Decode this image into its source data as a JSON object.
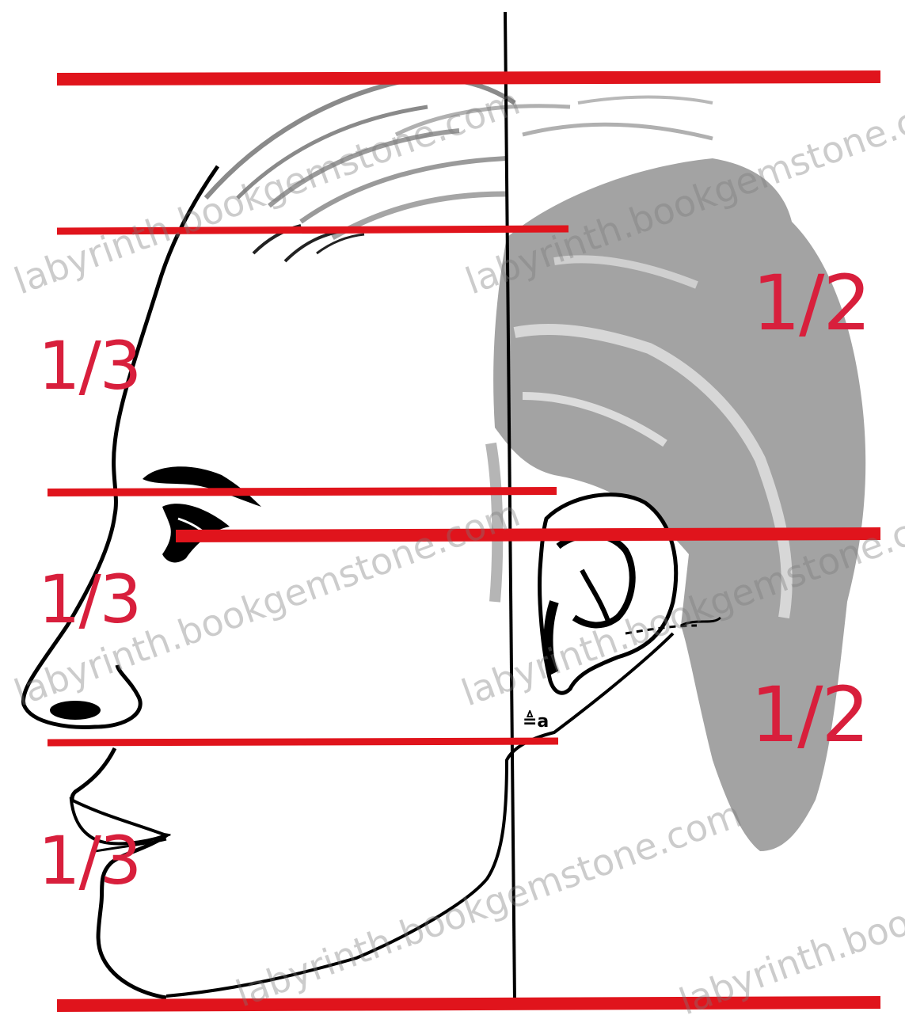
{
  "diagram": {
    "labels_left": [
      "1/3",
      "1/3",
      "1/3"
    ],
    "labels_right": [
      "1/2",
      "1/2"
    ],
    "watermark_text": "labyrinth.bookgemstone.com"
  },
  "colors": {
    "guide_line": "#e0141c",
    "label": "#d81f3c",
    "outline": "#000000",
    "hair_gray": "#9c9c9c",
    "background": "#ffffff"
  }
}
